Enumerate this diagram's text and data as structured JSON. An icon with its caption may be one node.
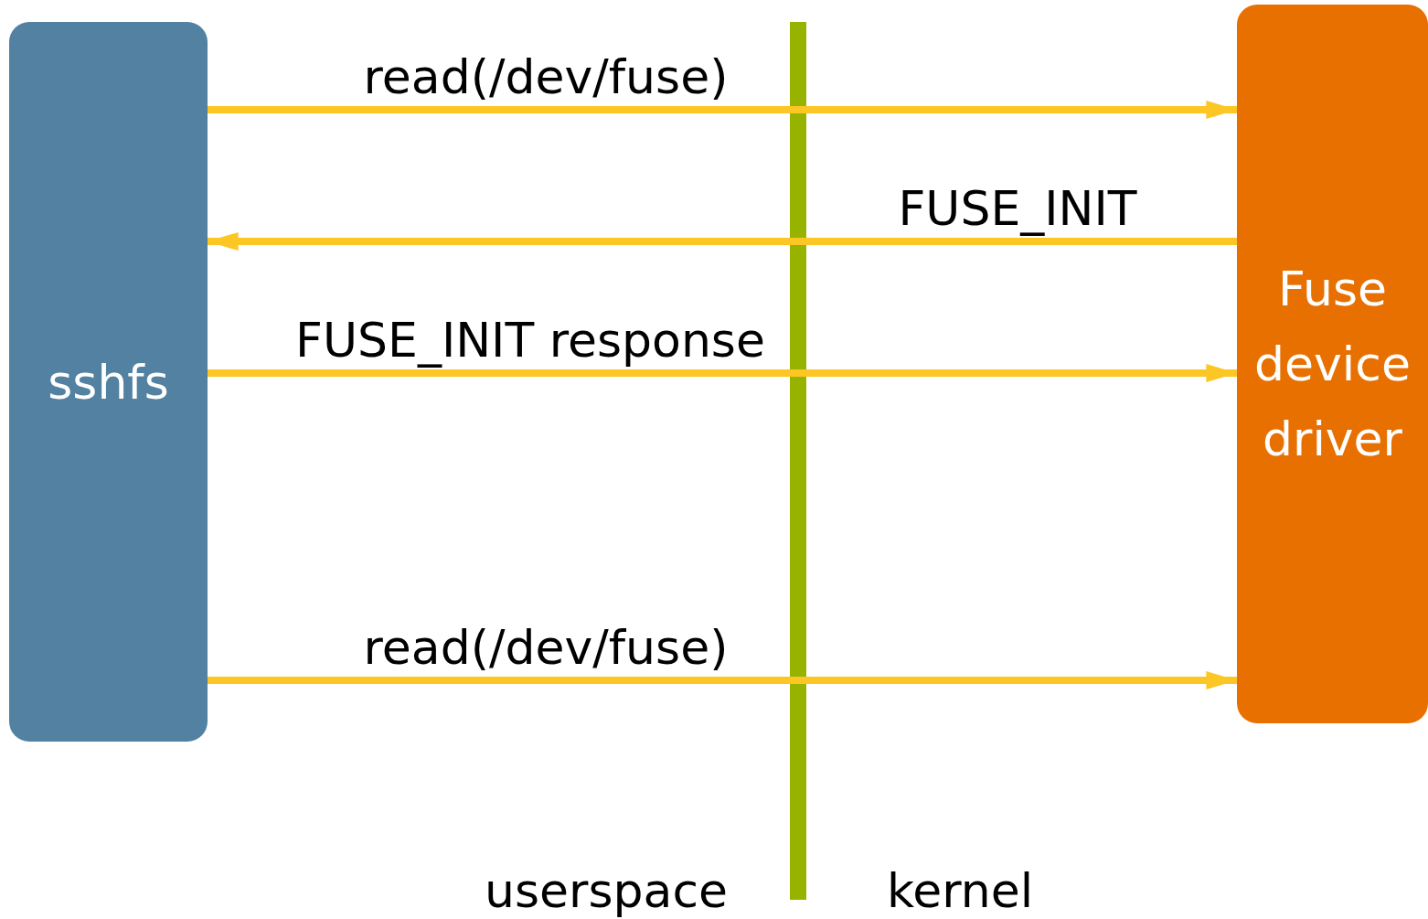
{
  "diagram": {
    "nodes": [
      {
        "text": [
          "sshfs"
        ]
      },
      {
        "text": [
          "Fuse device driver"
        ]
      }
    ],
    "edges": [
      {
        "from": 0,
        "to": 1,
        "arrow": "to",
        "label": "read(/dev/fuse)"
      },
      {
        "from": 1,
        "to": 0,
        "arrow": "to",
        "label": "FUSE_INIT"
      },
      {
        "from": 0,
        "to": 1,
        "arrow": "to",
        "label": "FUSE_INIT response"
      },
      {
        "from": 0,
        "to": 1,
        "arrow": "to",
        "label": "read(/dev/fuse)"
      }
    ],
    "labels": [
      "userspace",
      "kernel"
    ]
  }
}
